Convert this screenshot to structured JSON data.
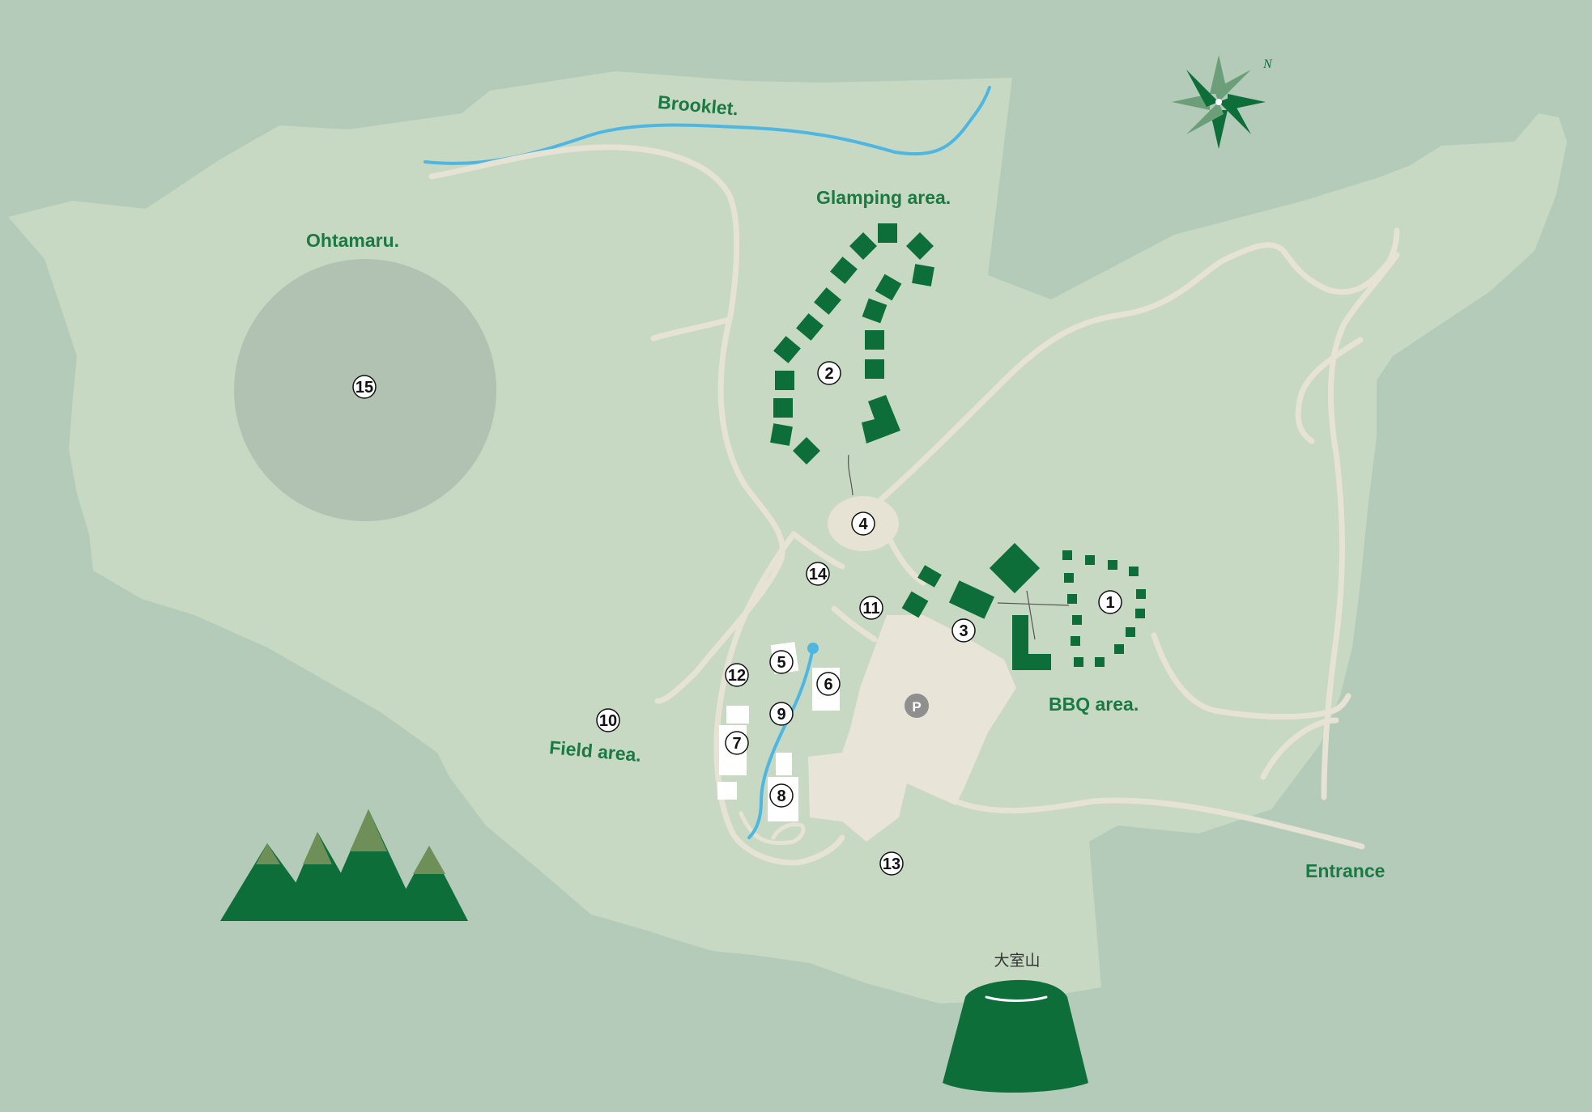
{
  "map": {
    "labels": {
      "brooklet": "Brooklet.",
      "glamping_area": "Glamping area.",
      "ohtamaru": "Ohtamaru.",
      "bbq_area": "BBQ area.",
      "field_area": "Field area.",
      "entrance": "Entrance",
      "mountain": "大室山",
      "parking": "P",
      "north": "N"
    },
    "markers": [
      "1",
      "2",
      "3",
      "4",
      "5",
      "6",
      "7",
      "8",
      "9",
      "10",
      "11",
      "12",
      "13",
      "14",
      "15"
    ],
    "colors": {
      "background": "#b3cbb8",
      "land": "#c7d9c2",
      "road": "#e6e3d4",
      "forest_green": "#0d6e3a",
      "water": "#4fb6e2",
      "ohtamaru_circle": "#b2c2b2",
      "parking_lot": "#e9e4d8"
    }
  }
}
